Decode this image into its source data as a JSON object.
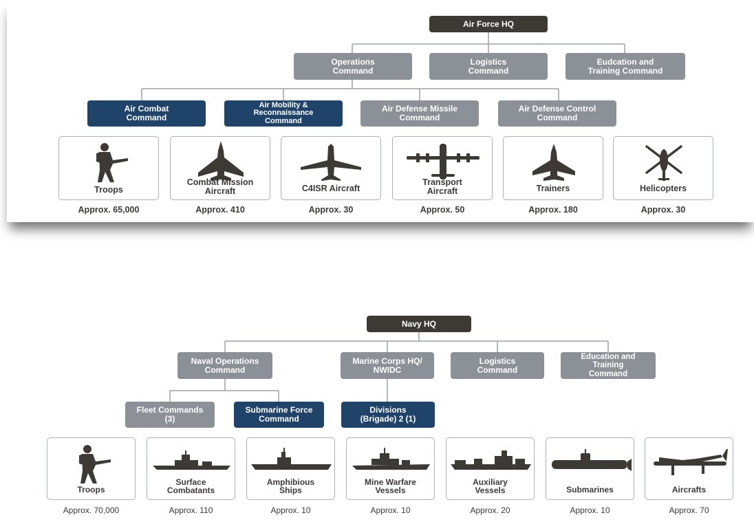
{
  "colors": {
    "hq": "#3d3a35",
    "command_gray": "#8b9196",
    "command_blue": "#1f4369",
    "tile_border": "#a9b2b8",
    "text_dark": "#3b3936"
  },
  "air_force": {
    "hq": "Air Force HQ",
    "level1": [
      "Operations\nCommand",
      "Logistics\nCommand",
      "Eudcation and\nTraining Command"
    ],
    "level2": [
      "Air Combat\nCommand",
      "Air Mobility &\nReconnaissance\nCommand",
      "Air Defense Missile\nCommand",
      "Air Defense Control\nCommand"
    ],
    "assets": [
      {
        "label": "Troops",
        "icon": "soldier-icon",
        "approx": "Approx. 65,000"
      },
      {
        "label": "Combat Mission\nAircraft",
        "icon": "fighter-jet-icon",
        "approx": "Approx. 410"
      },
      {
        "label": "C4ISR Aircraft",
        "icon": "business-jet-icon",
        "approx": "Approx. 30"
      },
      {
        "label": "Transport\nAircraft",
        "icon": "transport-aircraft-icon",
        "approx": "Approx. 50"
      },
      {
        "label": "Trainers",
        "icon": "trainer-jet-icon",
        "approx": "Approx. 180"
      },
      {
        "label": "Helicopters",
        "icon": "helicopter-icon",
        "approx": "Approx. 30"
      }
    ]
  },
  "navy": {
    "hq": "Navy HQ",
    "level1": [
      "Naval Operations\nCommand",
      "Marine Corps HQ/\nNWIDC",
      "Logistics\nCommand",
      "Education and\nTraining\nCommand"
    ],
    "level2": [
      "Fleet Commands\n(3)",
      "Submarine Force\nCommand",
      "Divisions\n(Brigade) 2 (1)"
    ],
    "assets": [
      {
        "label": "Troops",
        "icon": "soldier-icon",
        "approx": "Approx. 70,000"
      },
      {
        "label": "Surface\nCombatants",
        "icon": "destroyer-icon",
        "approx": "Approx. 110"
      },
      {
        "label": "Amphibious\nShips",
        "icon": "amphibious-ship-icon",
        "approx": "Approx. 10"
      },
      {
        "label": "Mine Warfare\nVessels",
        "icon": "minesweeper-icon",
        "approx": "Approx. 10"
      },
      {
        "label": "Auxiliary\nVessels",
        "icon": "auxiliary-ship-icon",
        "approx": "Approx. 20"
      },
      {
        "label": "Submarines",
        "icon": "submarine-icon",
        "approx": "Approx. 10"
      },
      {
        "label": "Aircrafts",
        "icon": "patrol-aircraft-icon",
        "approx": "Approx. 70"
      }
    ]
  }
}
